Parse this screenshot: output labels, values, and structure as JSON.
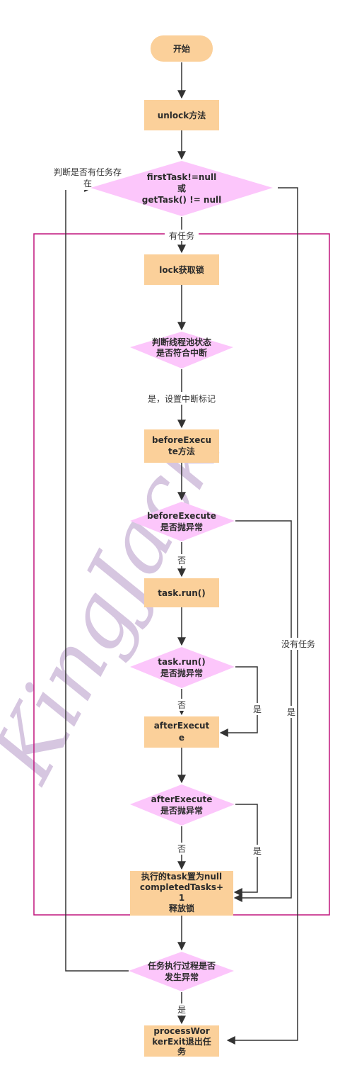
{
  "colors": {
    "process": "#fbd09a",
    "decision": "#fcc6fb",
    "line": "#333333",
    "frame": "#c0157d",
    "watermark": "#c9b3d6"
  },
  "watermark": "KingJack",
  "nodes": {
    "start": [
      "开始"
    ],
    "unlock": [
      "unlock方法"
    ],
    "task_check": [
      "firstTask!=null",
      "或",
      "getTask() != null"
    ],
    "lock": [
      "lock获取锁"
    ],
    "pool_check": [
      "判断线程池状态",
      "是否符合中断"
    ],
    "before_execute": [
      "beforeExecu",
      "te方法"
    ],
    "before_check": [
      "beforeExecute",
      "是否抛异常"
    ],
    "task_run": [
      "task.run()"
    ],
    "run_check": [
      "task.run()",
      "是否抛异常"
    ],
    "after_execute": [
      "afterExecut",
      "e"
    ],
    "after_check": [
      "afterExecute",
      "是否抛异常"
    ],
    "finally_block": [
      "执行的task置为null",
      "completedTasks+",
      "1",
      "释放锁"
    ],
    "error_check": [
      "任务执行过程是否",
      "发生异常"
    ],
    "exit": [
      "processWor",
      "kerExit退出任",
      "务"
    ]
  },
  "edge_labels": {
    "has_task_question": [
      "判断是否有任务存",
      "在"
    ],
    "has_task": "有任务",
    "yes_interrupt": "是，设置中断标记",
    "no_1": "否",
    "no_2": "否",
    "no_3": "否",
    "yes_1": "是",
    "yes_2": "是",
    "yes_3": "是",
    "yes_4": "是",
    "no_task": "没有任务"
  }
}
